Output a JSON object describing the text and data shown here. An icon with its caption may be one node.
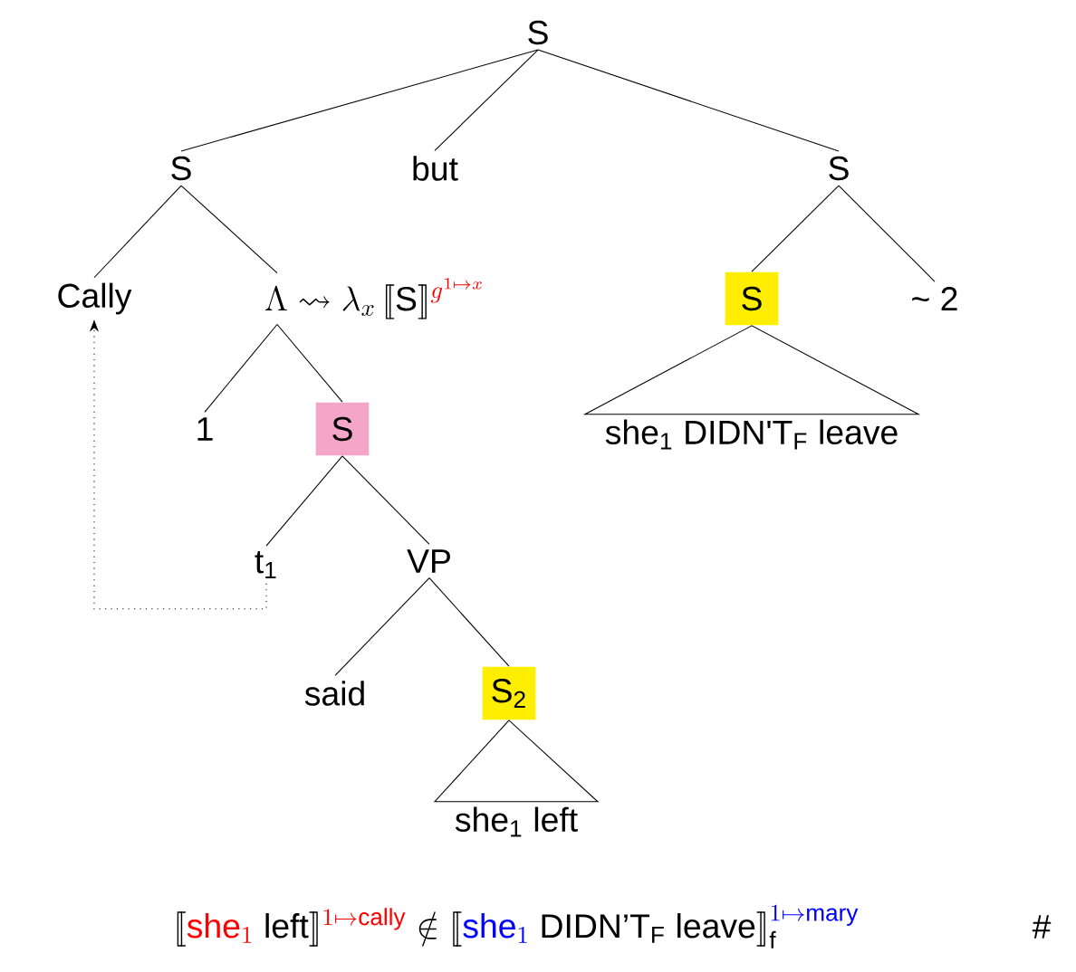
{
  "diagram": {
    "nodes": [
      {
        "text": [
          "S"
        ]
      },
      {
        "text": [
          "S"
        ]
      },
      {
        "text": [
          "but"
        ]
      },
      {
        "text": [
          "S"
        ]
      },
      {
        "text": [
          "Cally"
        ]
      },
      {
        "text": [
          "\\Lambda \\rightsquigarrow \\lambda_x\\,[\\![\\text{S}]\\!]^{\\textcolor{red}{g^{1\\mapsto x}}}"
        ]
      },
      {
        "text": [
          "S"
        ]
      },
      {
        "text": [
          "~ 2"
        ]
      },
      {
        "text": [
          "she$_{1}$ DIDN'T$_{F}$ leave"
        ]
      },
      {
        "text": [
          "1"
        ]
      },
      {
        "text": [
          "S"
        ]
      },
      {
        "text": [
          "t$_{1}$"
        ]
      },
      {
        "text": [
          "VP"
        ]
      },
      {
        "text": [
          "said"
        ]
      },
      {
        "text": [
          "S$_{2}$"
        ]
      },
      {
        "text": [
          "she$_{1}$ left"
        ]
      }
    ],
    "edges": [
      {
        "from": 0,
        "to": 1,
        "arrow": "none"
      },
      {
        "from": 0,
        "to": 2,
        "arrow": "none"
      },
      {
        "from": 0,
        "to": 3,
        "arrow": "none"
      },
      {
        "from": 1,
        "to": 4,
        "arrow": "none"
      },
      {
        "from": 1,
        "to": 5,
        "arrow": "none"
      },
      {
        "from": 3,
        "to": 6,
        "arrow": "none"
      },
      {
        "from": 3,
        "to": 7,
        "arrow": "none"
      },
      {
        "from": 6,
        "to": 8,
        "arrow": "none"
      },
      {
        "from": 5,
        "to": 9,
        "arrow": "none"
      },
      {
        "from": 5,
        "to": 10,
        "arrow": "none"
      },
      {
        "from": 10,
        "to": 11,
        "arrow": "none"
      },
      {
        "from": 10,
        "to": 12,
        "arrow": "none"
      },
      {
        "from": 12,
        "to": 13,
        "arrow": "none"
      },
      {
        "from": 12,
        "to": 14,
        "arrow": "none"
      },
      {
        "from": 14,
        "to": 15,
        "arrow": "none"
      },
      {
        "from": 11,
        "to": 4,
        "arrow": "to",
        "style": "dashed"
      }
    ],
    "labels": [
      "[\\![\\textcolor{red}{\\text{she}_1}\\ \\text{left}]\\!]^{\\textcolor{red}{1\\mapsto\\text{cally}}} \\notin [\\![\\textcolor{blue}{\\text{she}_1}\\ \\text{DIDN'T}_\\text{F}\\ \\text{leave}]\\!]_{\\text{f}}^{\\textcolor{blue}{1\\mapsto\\text{mary}}}",
      "#"
    ]
  }
}
